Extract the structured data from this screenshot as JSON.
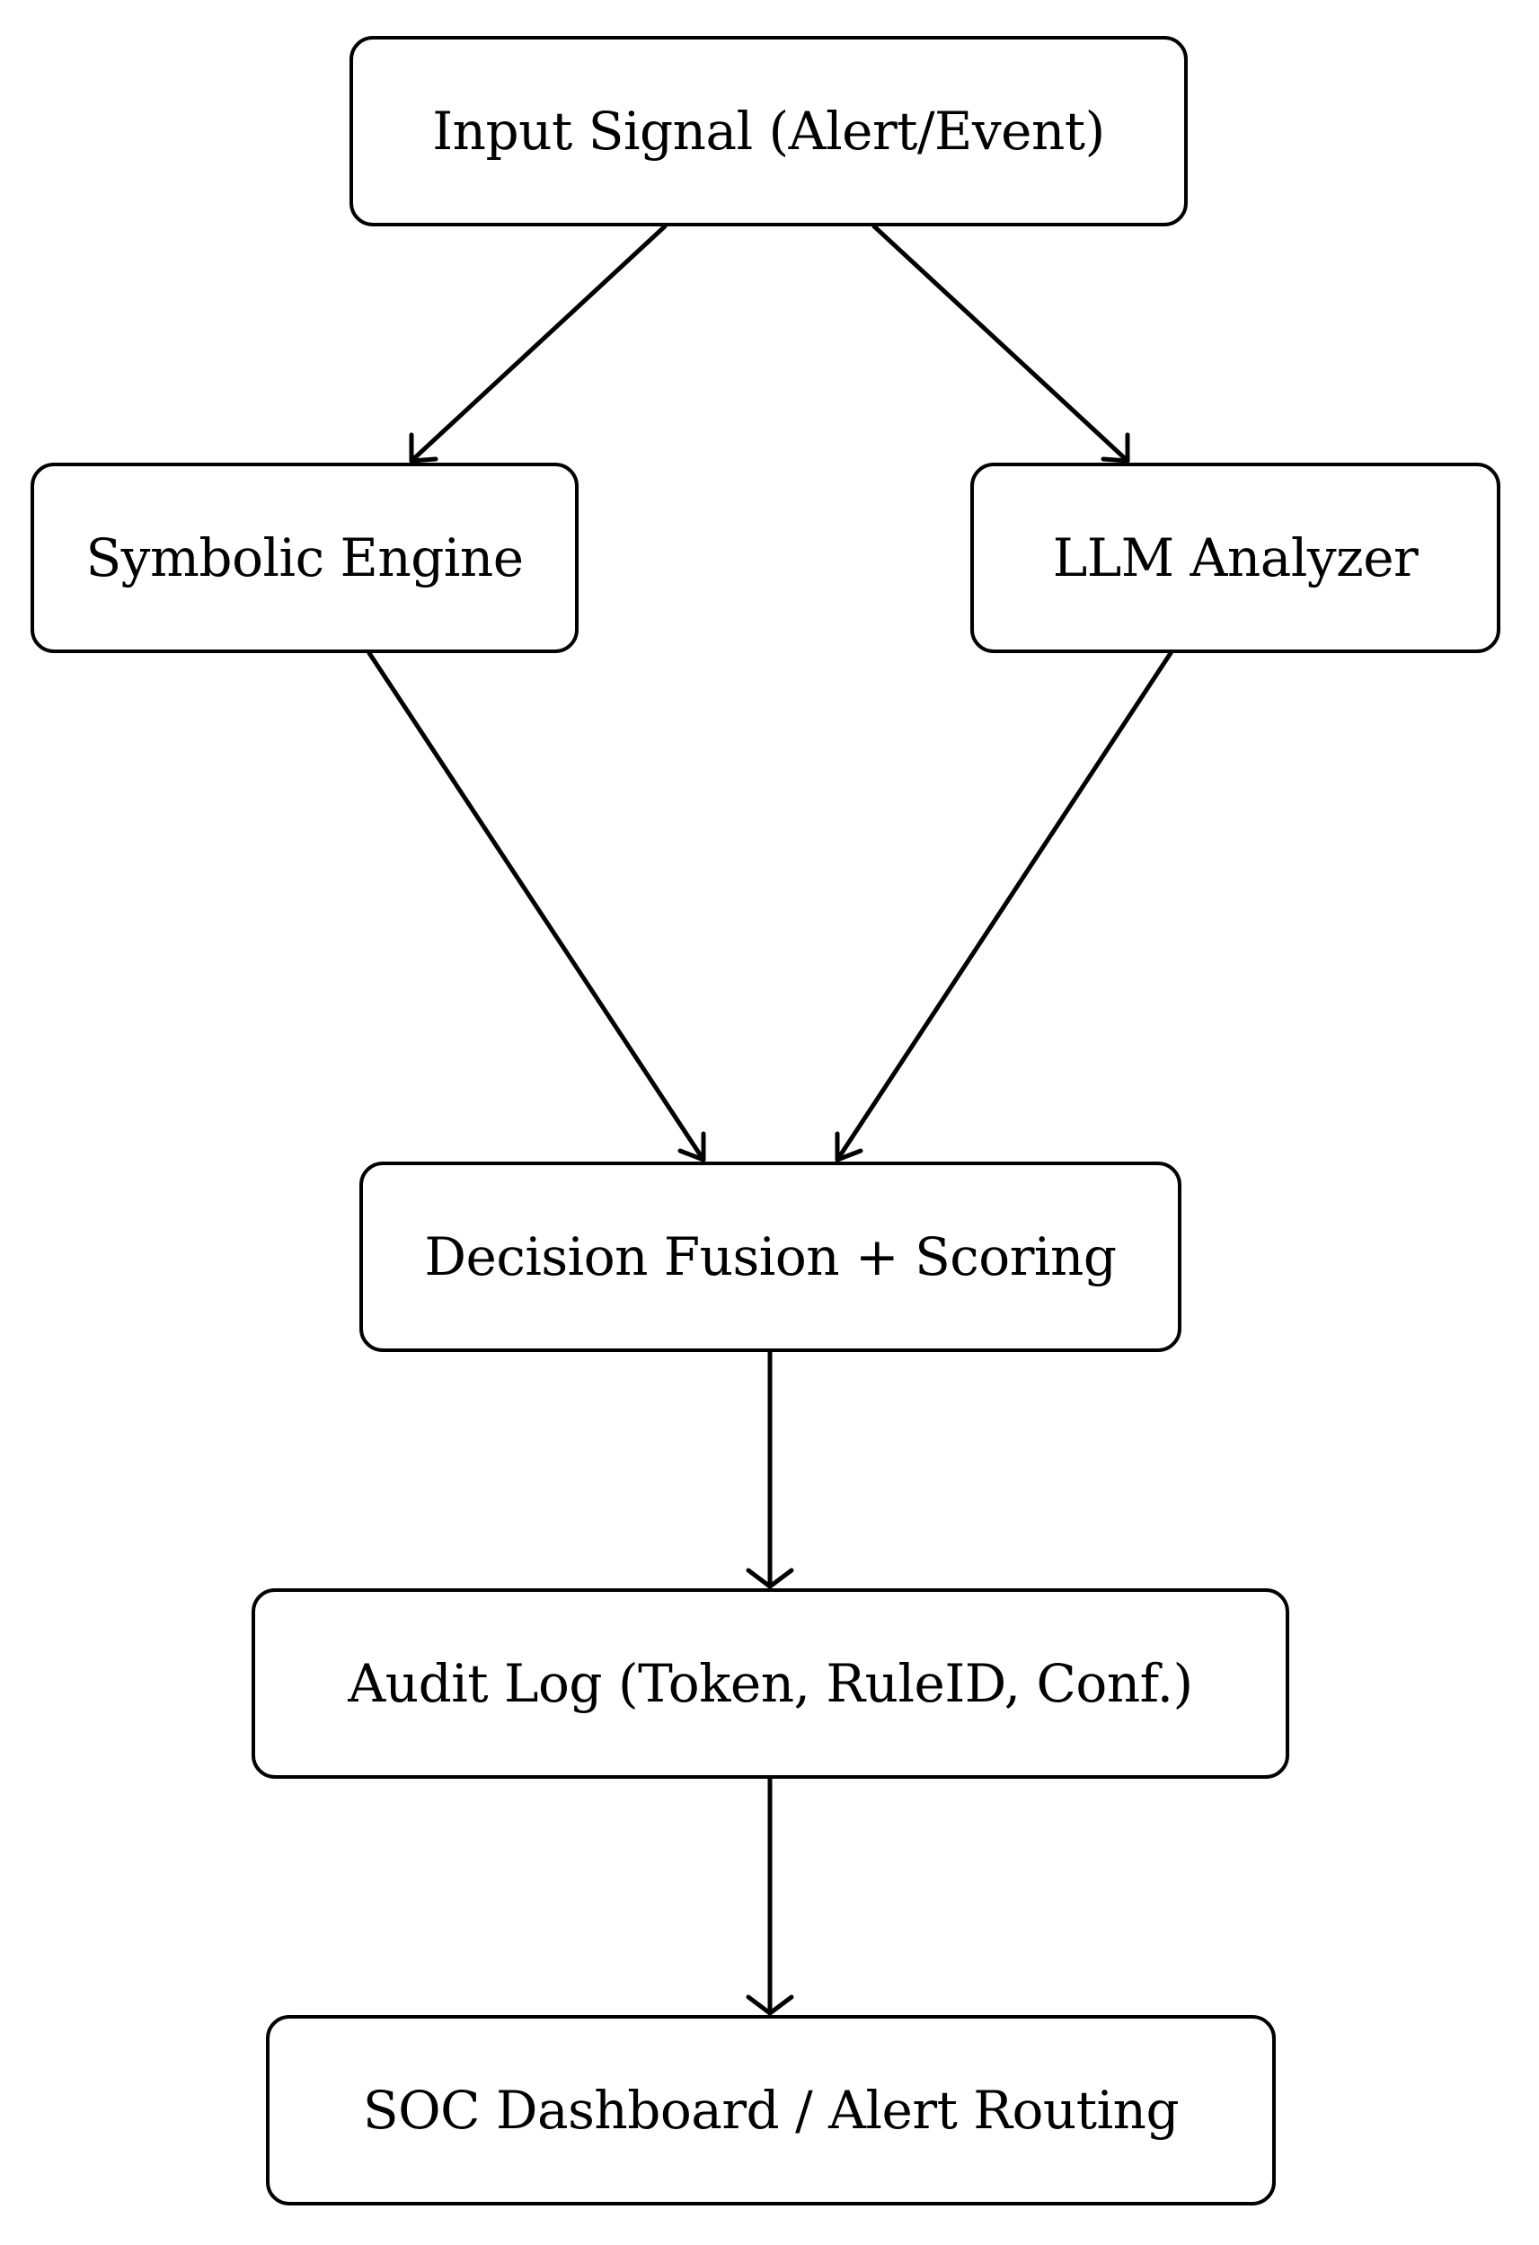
{
  "diagram": {
    "nodes": {
      "input": "Input Signal (Alert/Event)",
      "symbolic": "Symbolic Engine",
      "llm": "LLM Analyzer",
      "fusion": "Decision Fusion + Scoring",
      "audit": "Audit Log (Token, RuleID, Conf.)",
      "soc": "SOC Dashboard / Alert Routing"
    },
    "edges": [
      {
        "from": "input",
        "to": "symbolic"
      },
      {
        "from": "input",
        "to": "llm"
      },
      {
        "from": "symbolic",
        "to": "fusion"
      },
      {
        "from": "llm",
        "to": "fusion"
      },
      {
        "from": "fusion",
        "to": "audit"
      },
      {
        "from": "audit",
        "to": "soc"
      }
    ],
    "colors": {
      "stroke": "#000000",
      "fill": "#ffffff"
    }
  }
}
